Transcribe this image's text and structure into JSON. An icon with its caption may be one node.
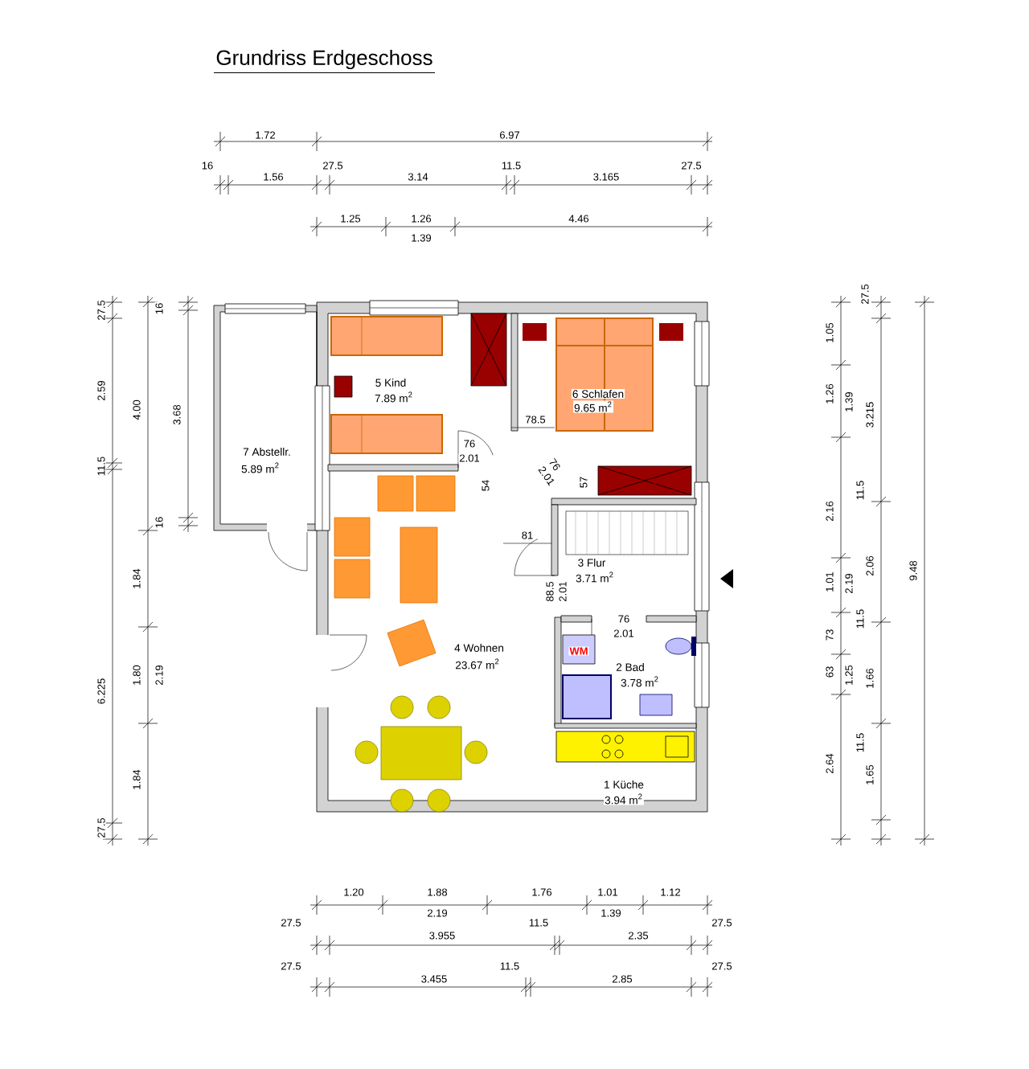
{
  "diagram": {
    "title": "Grundriss Erdgeschoss",
    "labels": [
      "1.72",
      "6.97",
      "16",
      "1.56",
      "27.5",
      "3.14",
      "11.5",
      "3.165",
      "27.5",
      "1.25",
      "1.26",
      "1.39",
      "4.46",
      "27.5",
      "2.59",
      "11.5",
      "6.225",
      "27.5",
      "4.00",
      "1.84",
      "1.80",
      "1.84",
      "16",
      "3.68",
      "16",
      "2.19",
      "27.5",
      "1.05",
      "1.26",
      "1.39",
      "3.215",
      "11.5",
      "2.16",
      "1.01",
      "2.19",
      "2.06",
      "11.5",
      "73",
      "63",
      "1.25",
      "1.66",
      "11.5",
      "2.64",
      "1.65",
      "9.48",
      "1.20",
      "1.88",
      "1.76",
      "1.01",
      "1.12",
      "2.19",
      "1.39",
      "27.5",
      "3.955",
      "11.5",
      "2.35",
      "27.5",
      "27.5",
      "3.455",
      "11.5",
      "2.85",
      "27.5",
      "5 Kind",
      "7.89 m$^{2}$",
      "6 Schlafen",
      "9.65 m$^{2}$",
      "78.5",
      "7 Abstellr.",
      "5.89 m$^{2}$",
      "76",
      "2.01",
      "76",
      "2.01",
      "54",
      "57",
      "81",
      "3 Flur",
      "3.71 m$^{2}$",
      "88.5",
      "2.01",
      "76",
      "2.01",
      "WM",
      "4 Wohnen",
      "23.67 m$^{2}$",
      "2 Bad",
      "3.78 m$^{2}$",
      "1 Küche",
      "3.94 m$^{2}$"
    ]
  }
}
